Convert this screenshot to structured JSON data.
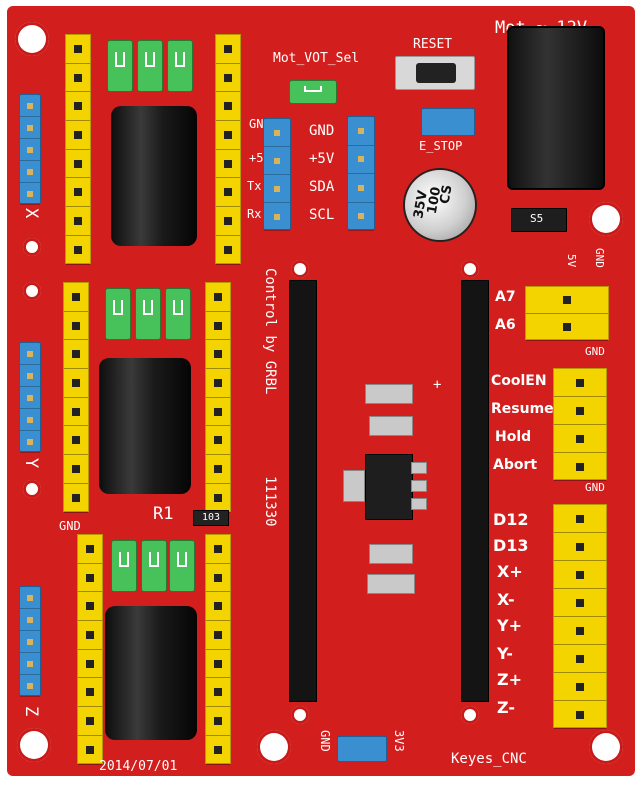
{
  "silkscreen": {
    "mot_vot_sel": "Mot_VOT_Sel",
    "reset": "RESET",
    "power_label": "Mot ≈ 12V",
    "e_stop": "E_STOP",
    "gnd_top": "GND",
    "plus5v_top": "+5V",
    "sda": "SDA",
    "scl": "SCL",
    "left_gnd": "GND",
    "left_plus5": "+5",
    "left_tx": "Tx",
    "left_rx": "Rx",
    "axis_x": "X",
    "axis_y": "Y",
    "axis_z": "Z",
    "control_by_grbl": "Control by GRBL",
    "date_code": "111330",
    "r1": "R1",
    "r1_smd": "103",
    "gnd_small": "GND",
    "gnd_bottom": "GND",
    "v3v3": "3V3",
    "keyes_cnc": "Keyes_CNC",
    "date": "2014/07/01",
    "v5": "5V",
    "gnd_right_top": "GND",
    "a7": "A7",
    "a6": "A6",
    "gnd_right_a": "GND",
    "coolen": "CoolEN",
    "resume": "Resume",
    "hold": "Hold",
    "abort": "Abort",
    "gnd_right_b": "GND",
    "d12": "D12",
    "d13": "D13",
    "x_plus": "X+",
    "x_minus": "X-",
    "y_plus": "Y+",
    "y_minus": "Y-",
    "z_plus": "Z+",
    "z_minus": "Z-",
    "plus_sign": "+",
    "cap_cs": "CS",
    "cap_100": "100",
    "cap_35v": "35V",
    "diode_code": "S5"
  },
  "colors": {
    "pcb": "#d21e1c",
    "header_yellow": "#f3d300",
    "jumper_blue": "#3a8fd0",
    "jumper_green": "#47c25a",
    "silkscreen": "#ffffff"
  }
}
